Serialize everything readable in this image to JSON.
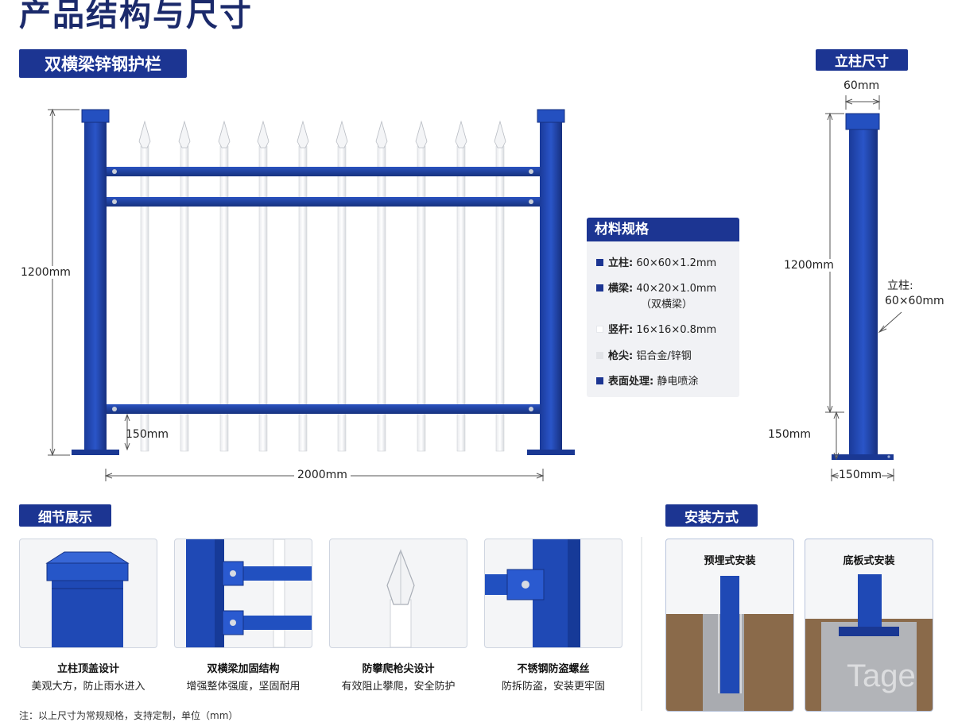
{
  "page_title": "产品结构与尺寸",
  "section_product": "双横梁锌钢护栏",
  "section_post_size": "立柱尺寸",
  "section_details": "细节展示",
  "section_install": "安装方式",
  "fence_dims": {
    "height": "1200mm",
    "bottom_gap": "150mm",
    "width": "2000mm"
  },
  "post_dims": {
    "top_width": "60mm",
    "height": "1200mm",
    "bottom_height": "150mm",
    "base_width": "150mm",
    "label_line1": "立柱:",
    "label_line2": "60×60mm"
  },
  "materials": {
    "title": "材料规格",
    "items": [
      {
        "key": "立柱:",
        "value": "60×60×1.2mm",
        "color": "#1c3592"
      },
      {
        "key": "横梁:",
        "value": "40×20×1.0mm",
        "extra": "（双横梁）",
        "color": "#1c3592"
      },
      {
        "key": "竖杆:",
        "value": "16×16×0.8mm",
        "color": "#ffffff"
      },
      {
        "key": "枪尖:",
        "value": "铝合金/锌钢",
        "color": "#e2e4e8"
      },
      {
        "key": "表面处理:",
        "value": "静电喷涂",
        "color": "#1c3592"
      }
    ]
  },
  "details": [
    {
      "title": "立柱顶盖设计",
      "subtitle": "美观大方，防止雨水进入"
    },
    {
      "title": "双横梁加固结构",
      "subtitle": "增强整体强度，坚固耐用"
    },
    {
      "title": "防攀爬枪尖设计",
      "subtitle": "有效阻止攀爬，安全防护"
    },
    {
      "title": "不锈钢防盗螺丝",
      "subtitle": "防拆防盗，安装更牢固"
    }
  ],
  "install": [
    {
      "title": "预埋式安装"
    },
    {
      "title": "底板式安装"
    }
  ],
  "watermark": "Tage",
  "footnote": "注：以上尺寸为常规规格，支持定制，单位（mm）",
  "colors": {
    "brand_blue": "#1c3592",
    "post_blue": "#1d44a8",
    "dark_title": "#1b2a6b"
  }
}
